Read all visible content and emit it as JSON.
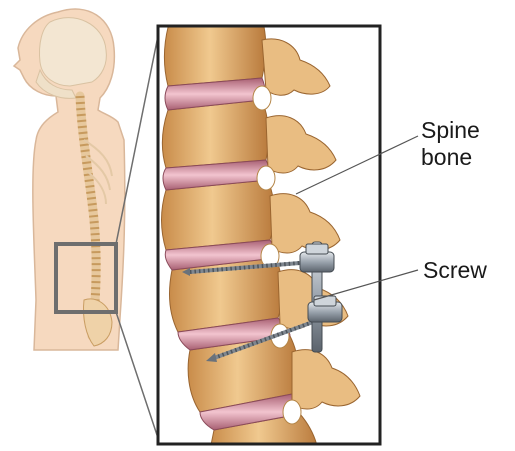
{
  "labels": {
    "spine_line1": "Spine",
    "spine_line2": "bone",
    "screw": "Screw"
  },
  "colors": {
    "skin": "#f6d9bf",
    "skin_outline": "#d9b79a",
    "bone": "#e8b97a",
    "bone_shadow": "#c98c4a",
    "disc": "#c98a97",
    "screw_metal": "#9aa3ad",
    "frame": "#222222",
    "callout_box": "#6e6e6e"
  }
}
